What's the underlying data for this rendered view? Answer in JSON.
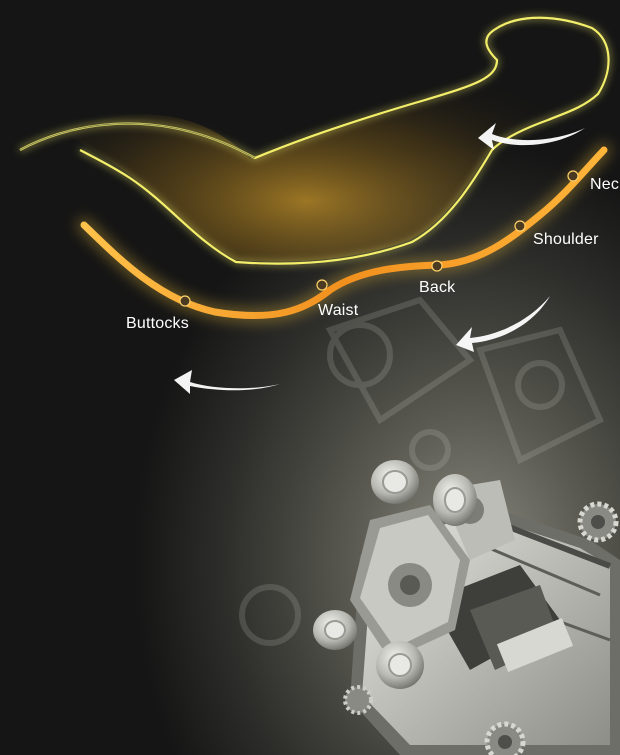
{
  "labels": {
    "buttocks": "Buttocks",
    "waist": "Waist",
    "back": "Back",
    "shoulder": "Shoulder",
    "neck": "Nec"
  },
  "colors": {
    "track_orange": "#f08a1c",
    "track_glow": "#ffd24a",
    "body_outline": "#f4ef6a",
    "node": "#5a4a2a",
    "arrow": "#ffffff",
    "background": "#121212"
  }
}
